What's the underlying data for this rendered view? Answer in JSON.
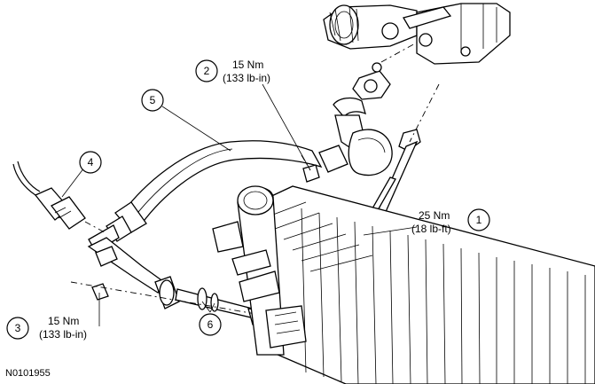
{
  "figure_id": "N0101955",
  "callouts": [
    {
      "number": "1",
      "torque_nm": "25 Nm",
      "torque_imperial": "(18 lb-ft)"
    },
    {
      "number": "2",
      "torque_nm": "15 Nm",
      "torque_imperial": "(133 lb-in)"
    },
    {
      "number": "3",
      "torque_nm": "15 Nm",
      "torque_imperial": "(133 lb-in)"
    },
    {
      "number": "4"
    },
    {
      "number": "5"
    },
    {
      "number": "6"
    }
  ]
}
